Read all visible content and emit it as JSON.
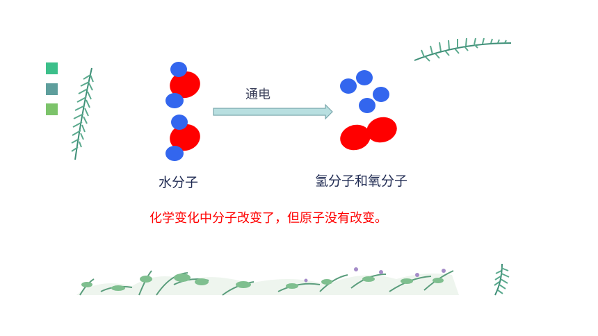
{
  "colors": {
    "oxygen": "#ff0000",
    "hydrogen": "#3366ee",
    "arrow_fill": "#b8dfe0",
    "arrow_stroke": "#7aa6ac",
    "note": "#ff0000",
    "label": "#1f2a52",
    "bullet1": "#3cbf8a",
    "bullet2": "#5e9e9c",
    "bullet3": "#7cc36a"
  },
  "diagram": {
    "arrow_label": "通电",
    "left_label": "水分子",
    "right_label": "氢分子和氧分子",
    "conclusion": "化学变化中分子改变了，但原子没有改变。"
  },
  "decor": {
    "leaf_icon": "fern-leaf-icon",
    "plant_icon": "vine-plant-icon"
  }
}
